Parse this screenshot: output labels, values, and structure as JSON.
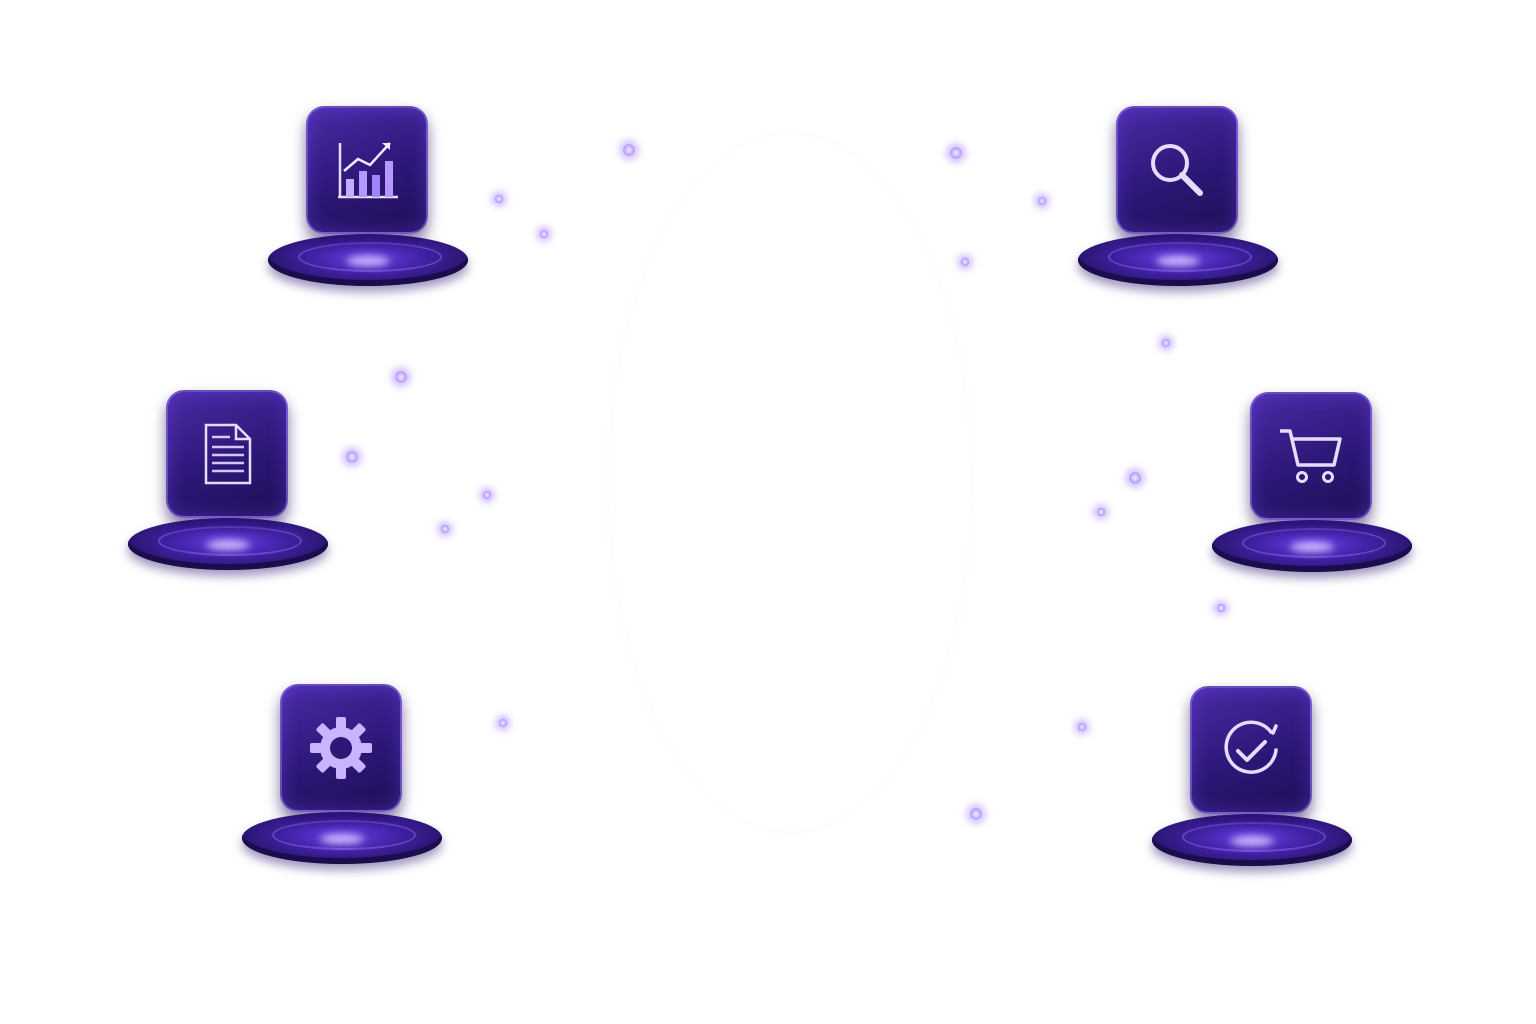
{
  "theme": {
    "accent": "#6a3ce8",
    "card_dark": "#1f0f57",
    "glow": "#b69cff"
  },
  "tiles": [
    {
      "id": "analytics",
      "icon": "bar-chart-trend-icon"
    },
    {
      "id": "search",
      "icon": "magnifier-icon"
    },
    {
      "id": "document",
      "icon": "document-icon"
    },
    {
      "id": "cart",
      "icon": "shopping-cart-icon"
    },
    {
      "id": "settings",
      "icon": "gear-icon"
    },
    {
      "id": "check",
      "icon": "check-circle-icon"
    }
  ]
}
